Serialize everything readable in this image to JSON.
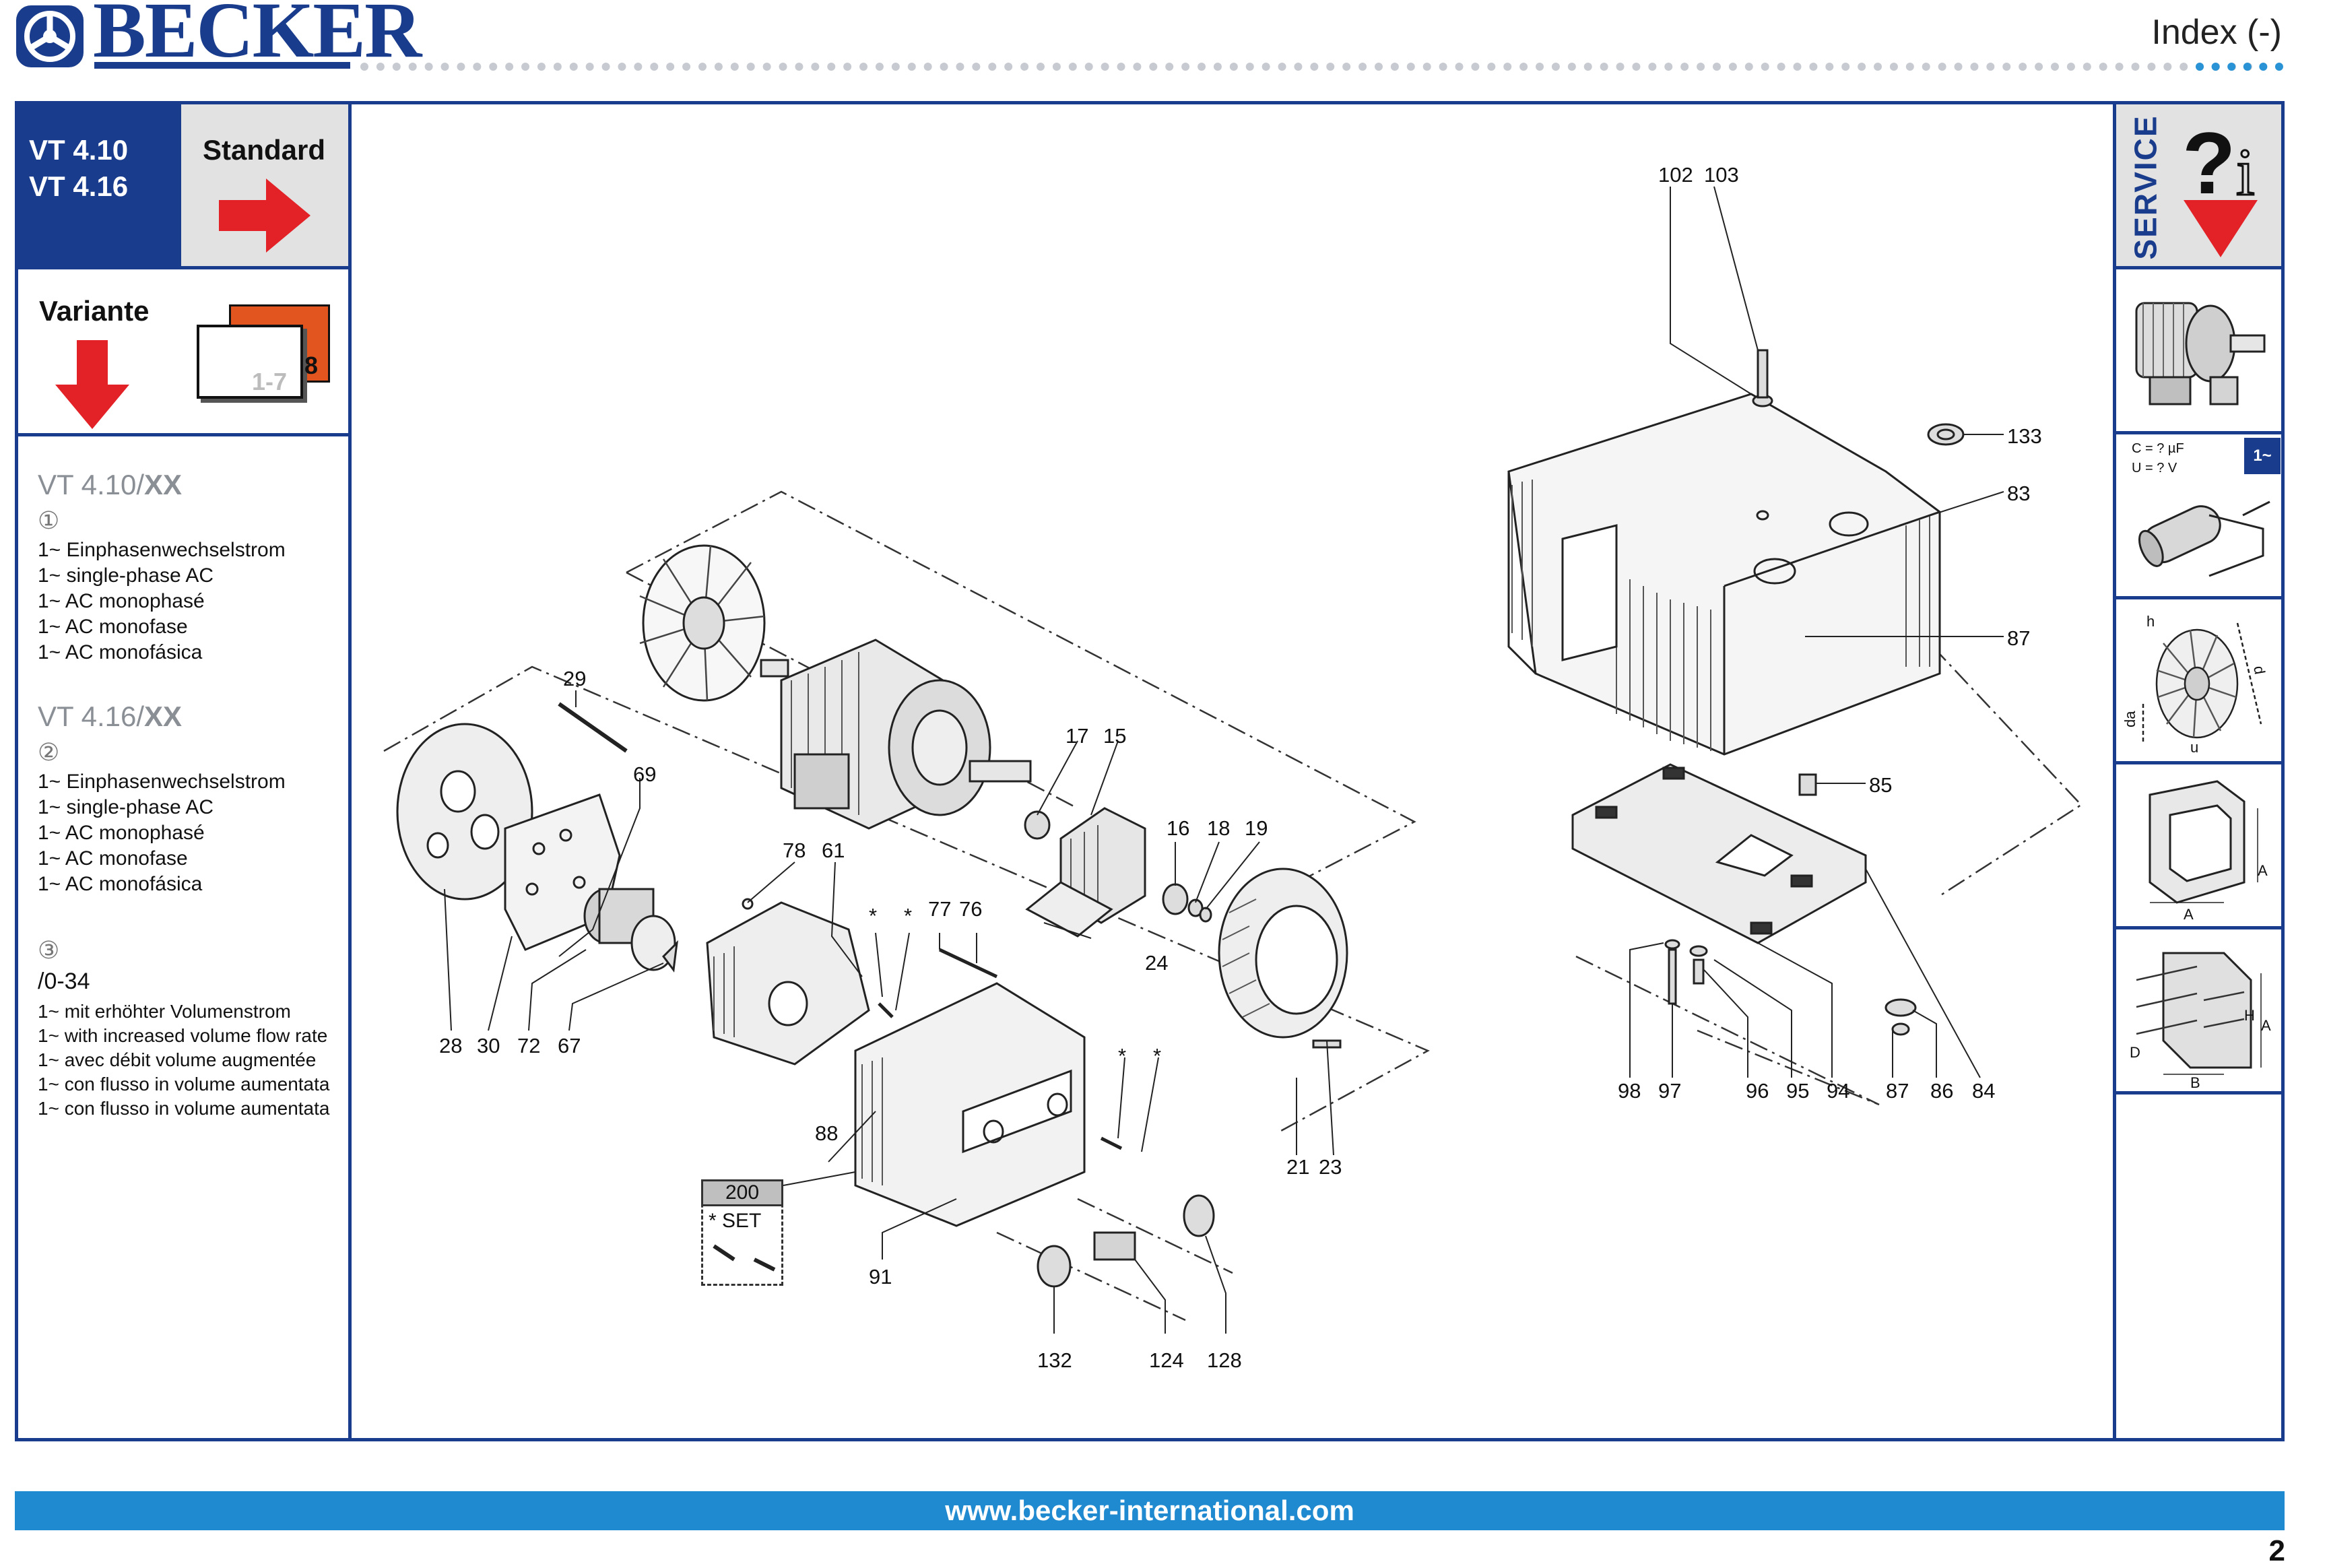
{
  "header": {
    "brand": "BECKER",
    "index_label": "Index (-)"
  },
  "left_panel": {
    "models": [
      "VT 4.10",
      "VT 4.16"
    ],
    "standard_label": "Standard",
    "variante_label": "Variante",
    "variante_card_range": "1-7",
    "variante_card_number": "8",
    "variants": [
      {
        "title_prefix": "VT 4.10/",
        "title_suffix": "XX",
        "circle": "①",
        "lines": [
          "1~ Einphasenwechselstrom",
          "1~ single-phase AC",
          "1~ AC monophasé",
          "1~ AC monofase",
          "1~ AC monofásica"
        ]
      },
      {
        "title_prefix": "VT 4.16/",
        "title_suffix": "XX",
        "circle": "②",
        "lines": [
          "1~ Einphasenwechselstrom",
          "1~ single-phase AC",
          "1~ AC monophasé",
          "1~ AC monofase",
          "1~ AC monofásica"
        ]
      },
      {
        "circle": "③",
        "code": "/0-34",
        "lines": [
          "1~ mit erhöhter Volumenstrom",
          "1~ with increased volume flow rate",
          "1~ avec débit volume augmentée",
          "1~ con flusso in volume aumentata",
          "1~ con flusso in volume aumentata"
        ]
      }
    ]
  },
  "right_panel": {
    "service_label": "SERVICE",
    "capacitor_text_1": "C = ? µF",
    "capacitor_text_2": "U = ? V",
    "phase_tag": "1~",
    "fan_dims": [
      "h",
      "da",
      "d",
      "u"
    ],
    "flange_dims": [
      "A",
      "A"
    ],
    "terminal_dims": [
      "D",
      "B",
      "H",
      "A"
    ]
  },
  "diagram": {
    "set_number": "200",
    "set_label": "* SET",
    "labels": [
      {
        "id": "102",
        "text": "102"
      },
      {
        "id": "103",
        "text": "103"
      },
      {
        "id": "133",
        "text": "133"
      },
      {
        "id": "83",
        "text": "83"
      },
      {
        "id": "87a",
        "text": "87"
      },
      {
        "id": "85",
        "text": "85"
      },
      {
        "id": "98",
        "text": "98"
      },
      {
        "id": "97",
        "text": "97"
      },
      {
        "id": "96",
        "text": "96"
      },
      {
        "id": "95",
        "text": "95"
      },
      {
        "id": "94",
        "text": "94"
      },
      {
        "id": "87b",
        "text": "87"
      },
      {
        "id": "86",
        "text": "86"
      },
      {
        "id": "84",
        "text": "84"
      },
      {
        "id": "29",
        "text": "29"
      },
      {
        "id": "69",
        "text": "69"
      },
      {
        "id": "17",
        "text": "17"
      },
      {
        "id": "15",
        "text": "15"
      },
      {
        "id": "16",
        "text": "16"
      },
      {
        "id": "18",
        "text": "18"
      },
      {
        "id": "19",
        "text": "19"
      },
      {
        "id": "78",
        "text": "78"
      },
      {
        "id": "61",
        "text": "61"
      },
      {
        "id": "star1",
        "text": "*"
      },
      {
        "id": "star2",
        "text": "*"
      },
      {
        "id": "77",
        "text": "77"
      },
      {
        "id": "76",
        "text": "76"
      },
      {
        "id": "24",
        "text": "24"
      },
      {
        "id": "28",
        "text": "28"
      },
      {
        "id": "30",
        "text": "30"
      },
      {
        "id": "72",
        "text": "72"
      },
      {
        "id": "67",
        "text": "67"
      },
      {
        "id": "88",
        "text": "88"
      },
      {
        "id": "star3",
        "text": "*"
      },
      {
        "id": "star4",
        "text": "*"
      },
      {
        "id": "21",
        "text": "21"
      },
      {
        "id": "23",
        "text": "23"
      },
      {
        "id": "91",
        "text": "91"
      },
      {
        "id": "132",
        "text": "132"
      },
      {
        "id": "124",
        "text": "124"
      },
      {
        "id": "128",
        "text": "128"
      }
    ]
  },
  "footer": {
    "url": "www.becker-international.com",
    "page_number": "2"
  },
  "colors": {
    "brand_blue": "#1a3c8c",
    "footer_blue": "#1f8ad0",
    "arrow_red": "#e32228",
    "card_orange": "#e2551f"
  }
}
